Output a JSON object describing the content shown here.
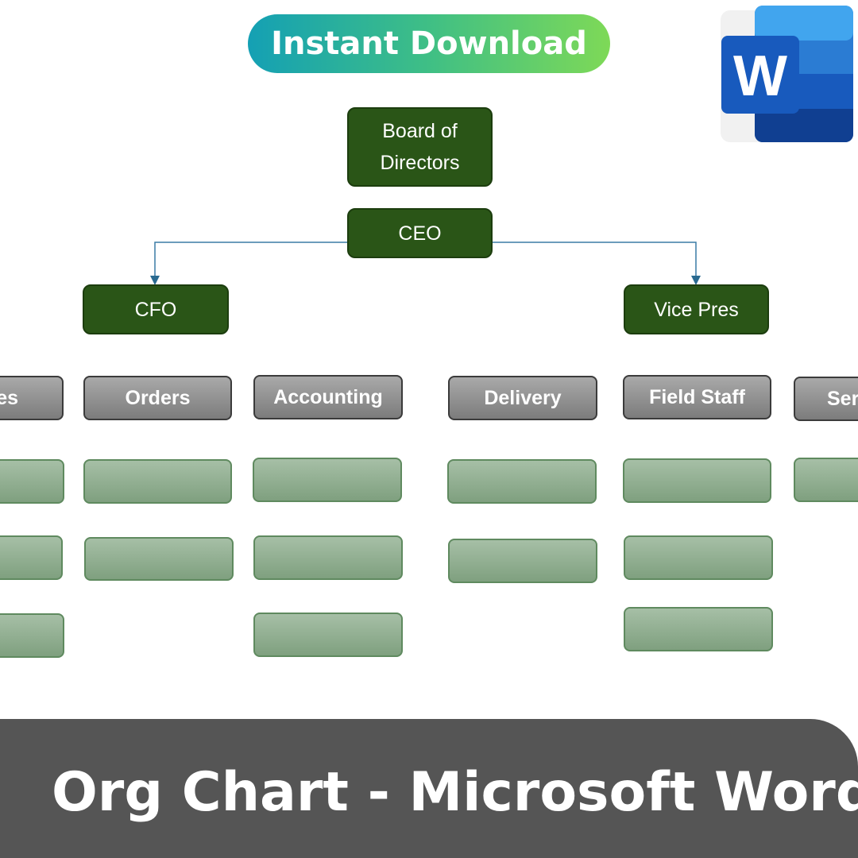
{
  "badge": {
    "label": "Instant Download"
  },
  "app_icon": {
    "name": "microsoft-word-icon",
    "letter": "W"
  },
  "org": {
    "board": "Board of Directors",
    "ceo": "CEO",
    "cfo": "CFO",
    "vp": "Vice Pres",
    "departments": [
      "es",
      "Orders",
      "Accounting",
      "Delivery",
      "Field Staff",
      "Ser"
    ]
  },
  "colors": {
    "executive": "#2a5517",
    "department": "#8f8f8f",
    "slot": "#93b093",
    "connector": "#3a7ca5",
    "banner": "#555555"
  },
  "footer": {
    "title": "Org Chart - Microsoft Word"
  }
}
